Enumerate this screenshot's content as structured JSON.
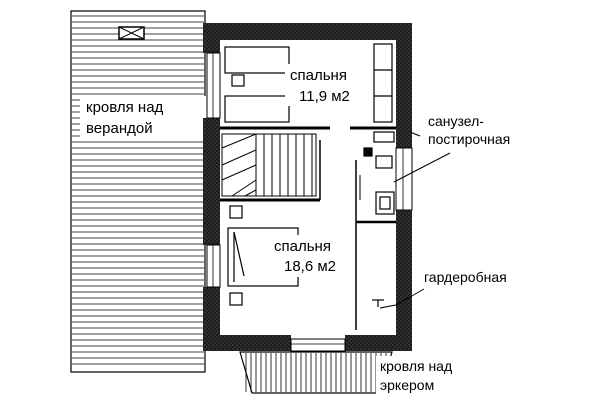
{
  "roof_veranda": {
    "line1": "кровля над",
    "line2": "верандой"
  },
  "bedroom_top": {
    "name": "спальня",
    "area": "11,9 м2"
  },
  "bedroom_bottom": {
    "name": "спальня",
    "area": "18,6 м2"
  },
  "bathroom": {
    "line1": "санузел-",
    "line2": "постирочная"
  },
  "wardrobe": {
    "label": "гардеробная"
  },
  "roof_bay": {
    "line1": "кровля над",
    "line2": "эркером"
  },
  "colors": {
    "wall": "#2b2b2b",
    "line": "#000000",
    "background": "#ffffff"
  }
}
